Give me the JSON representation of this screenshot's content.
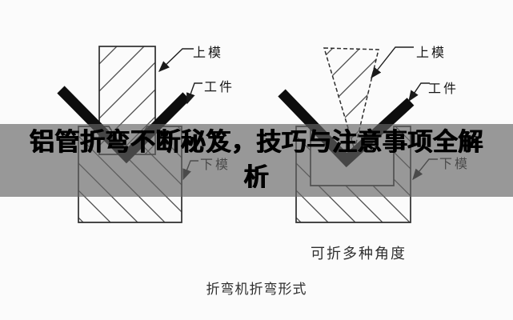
{
  "title": {
    "line1": "铝管折弯不断秘笈，技巧与注意事项全解",
    "line2": "析"
  },
  "diagram_left": {
    "labels": {
      "upper_die": "上模",
      "workpiece": "工件",
      "lower_die": "下模"
    }
  },
  "diagram_right": {
    "labels": {
      "upper_die": "上模",
      "workpiece": "工件",
      "lower_die": "下模"
    },
    "note": "可折多种角度"
  },
  "caption": "折弯机折弯形式",
  "colors": {
    "overlay_gray": "#646464",
    "title_text": "#000000",
    "diagram_line": "#2e2e2e",
    "workpiece_black": "#0d0d0d",
    "background": "#fbfbfb"
  }
}
